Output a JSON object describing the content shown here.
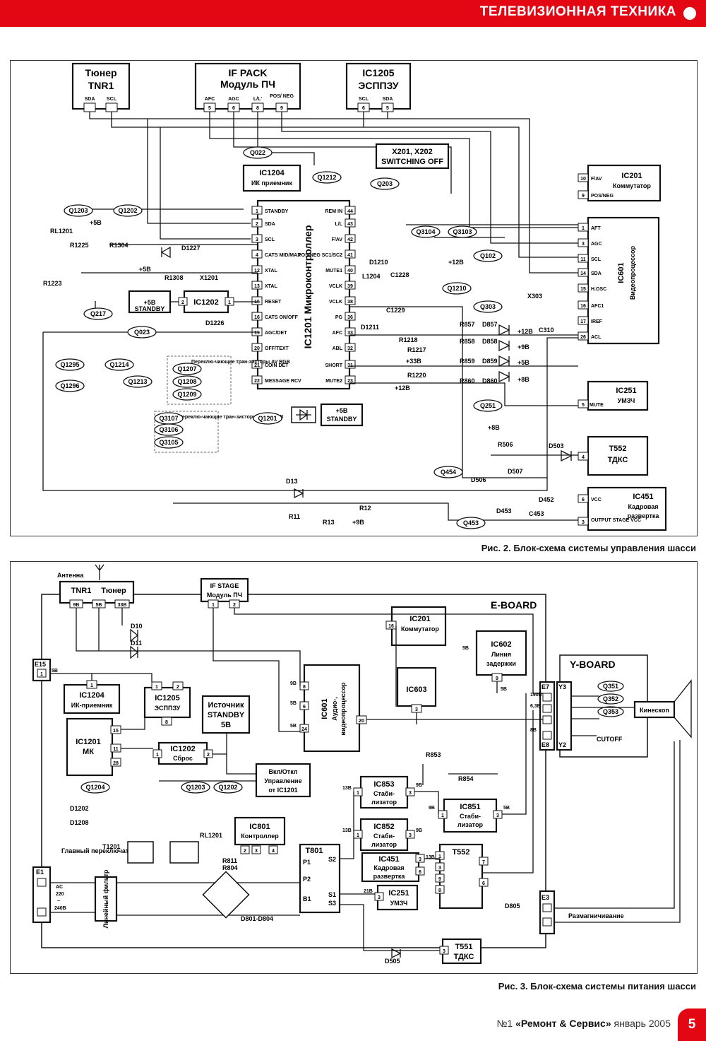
{
  "header": {
    "title": "ТЕЛЕВИЗИОННАЯ ТЕХНИКА"
  },
  "fig2": {
    "caption": "Рис. 2. Блок-схема системы управления шасси",
    "tuner": {
      "line1": "Тюнер",
      "line2": "TNR1",
      "pins": [
        "SDA",
        "SCL"
      ]
    },
    "ifpack": {
      "line1": "IF PACK",
      "line2": "Модуль ПЧ",
      "pins": [
        "AFC",
        "AGC",
        "L/L'",
        "POS/ NEG"
      ],
      "nums": [
        "5",
        "6",
        "8",
        "9"
      ]
    },
    "ic1205": {
      "line1": "IC1205",
      "line2": "ЭСППЗУ",
      "pins": [
        "SCL",
        "SDA"
      ],
      "nums": [
        "6",
        "5"
      ]
    },
    "ic1204": {
      "line1": "IC1204",
      "line2": "ИК приемник"
    },
    "switch_box": {
      "line1": "X201, X202",
      "line2": "SWITCHING OFF"
    },
    "ic1201": {
      "title": "IC1201 Микроконтроллер"
    },
    "left_pins": [
      {
        "n": "1",
        "label": "STANDBY"
      },
      {
        "n": "2",
        "label": "SDA"
      },
      {
        "n": "3",
        "label": "SCL"
      },
      {
        "n": "4",
        "label": "CATS MID/MAX"
      },
      {
        "n": "12",
        "label": "XTAL"
      },
      {
        "n": "13",
        "label": "XTAL"
      },
      {
        "n": "15",
        "label": "RESET"
      },
      {
        "n": "16",
        "label": "CATS ON/OFF"
      },
      {
        "n": "19",
        "label": "AGC/DET"
      },
      {
        "n": "20",
        "label": "OFF/TEXT"
      },
      {
        "n": "21",
        "label": "COIN DET"
      },
      {
        "n": "22",
        "label": "MESSAGE RCV"
      }
    ],
    "right_pins": [
      {
        "n": "44",
        "label": "REM IN"
      },
      {
        "n": "43",
        "label": "L/L"
      },
      {
        "n": "42",
        "label": "F/AV"
      },
      {
        "n": "41",
        "label": "POS/NEG SC1/SC2"
      },
      {
        "n": "40",
        "label": "MUTE1"
      },
      {
        "n": "39",
        "label": "VCLK"
      },
      {
        "n": "38",
        "label": "VCLK"
      },
      {
        "n": "36",
        "label": "PG"
      },
      {
        "n": "33",
        "label": "AFC"
      },
      {
        "n": "32",
        "label": "ABL"
      },
      {
        "n": "31",
        "label": "SHORT"
      },
      {
        "n": "23",
        "label": "MUTE2"
      }
    ],
    "ic201": {
      "line1": "IC201",
      "line2": "Коммутатор",
      "pins": [
        {
          "n": "10",
          "label": "F/AV"
        },
        {
          "n": "9",
          "label": "POS/NEG"
        }
      ]
    },
    "ic601": {
      "line1": "IC601",
      "line2": "Видеопроцессор",
      "pins": [
        {
          "n": "1",
          "label": "AFT"
        },
        {
          "n": "3",
          "label": "AGC"
        },
        {
          "n": "11",
          "label": "SCL"
        },
        {
          "n": "14",
          "label": "SDA"
        },
        {
          "n": "15",
          "label": "H.OSC"
        },
        {
          "n": "16",
          "label": "AFC1"
        },
        {
          "n": "17",
          "label": "IREF"
        },
        {
          "n": "26",
          "label": "ACL"
        }
      ]
    },
    "ic251": {
      "line1": "IC251",
      "line2": "УМЗЧ",
      "pin": "5",
      "pin_label": "MUTE"
    },
    "t552": {
      "line1": "T552",
      "line2": "ТДКС",
      "pin": "4"
    },
    "ic451": {
      "line1": "IC451",
      "line2": "Кадровая",
      "line3": "развертка",
      "pins": [
        {
          "n": "6",
          "label": "VCC"
        },
        {
          "n": "3",
          "label": "OUTPUT STAGE VCC"
        }
      ]
    },
    "ic1202": {
      "label": "IC1202",
      "p_in": "2",
      "p_out": "1"
    },
    "standby_box": {
      "line1": "+5В",
      "line2": "STANDBY"
    },
    "standby_box2": {
      "line1": "+5В",
      "line2": "STANDBY"
    },
    "transistors": [
      "Q1203",
      "Q1202",
      "Q022",
      "Q1212",
      "Q203",
      "Q3104",
      "Q3103",
      "Q102",
      "Q1210",
      "Q303",
      "Q217",
      "Q023",
      "Q1295",
      "Q1296",
      "Q1214",
      "Q1213",
      "Q1207",
      "Q1208",
      "Q1209",
      "Q3107",
      "Q3106",
      "Q3105",
      "Q1201",
      "Q251",
      "Q454",
      "Q453"
    ],
    "switch_note_rgb": "Переклю-чающие тран-зисторы AV RGB",
    "switch_note_text": "Переклю-чающие тран-зисторы TEXT RGB",
    "parts": [
      "RL1201",
      "+5В",
      "R1225",
      "R1304",
      "D1227",
      "R1223",
      "+5В",
      "R1308",
      "X1201",
      "D1226",
      "D1210",
      "L1204",
      "C1228",
      "C1229",
      "D1211",
      "+12В",
      "R1218",
      "R1217",
      "+33В",
      "R1220",
      "+12В",
      "R857",
      "D857",
      "R858",
      "D858",
      "R859",
      "D859",
      "R860",
      "D860",
      "+12В",
      "+9В",
      "+5В",
      "+8В",
      "X303",
      "C310",
      "+8В",
      "R506",
      "D503",
      "D507",
      "D506",
      "D13",
      "R11",
      "R13",
      "R12",
      "+9В",
      "D452",
      "D453",
      "C453"
    ]
  },
  "fig3": {
    "caption": "Рис. 3. Блок-схема системы питания шасси",
    "antenna": "Антенна",
    "tuner": {
      "line1": "TNR1",
      "line2": "Тюнер",
      "pins": [
        "9В",
        "5В",
        "33В"
      ]
    },
    "if_stage": {
      "line1": "IF STAGE",
      "line2": "Модуль ПЧ",
      "pins": [
        "1",
        "2"
      ]
    },
    "eboard": "E-BOARD",
    "yboard": "Y-BOARD",
    "ic201": {
      "line1": "IC201",
      "line2": "Коммутатор",
      "pin": "16"
    },
    "ic602": {
      "line1": "IC602",
      "line2": "Линия",
      "line3": "задержки",
      "pin": "9",
      "pin_label": "5В",
      "top_label": "5В"
    },
    "ic603": {
      "line1": "IC603",
      "pin": "3"
    },
    "ic601": {
      "line1": "IC601",
      "line2": "Аудио-,",
      "line3": "видеопроцессор",
      "pins": [
        {
          "n": "8",
          "label": "9В"
        },
        {
          "n": "6",
          "label": "5В"
        },
        {
          "n": "24",
          "label": "5В"
        }
      ],
      "out": "20"
    },
    "ic1204": {
      "line1": "IC1204",
      "line2": "ИК-приемник",
      "pin": "1"
    },
    "ic1205": {
      "line1": "IC1205",
      "line2": "ЭСППЗУ",
      "pins": [
        "1",
        "2",
        "8"
      ]
    },
    "standby_src": {
      "line1": "Источник",
      "line2": "STANDBY",
      "line3": "5В"
    },
    "ic1201": {
      "line1": "IC1201",
      "line2": "МК",
      "pins": [
        "15",
        "11",
        "28"
      ]
    },
    "ic1202": {
      "line1": "IC1202",
      "line2": "Сброс",
      "pins": [
        "1",
        "2"
      ]
    },
    "onoff": {
      "line1": "Вкл/Откл",
      "line2": "Управление",
      "line3": "от IC1201"
    },
    "ic801": {
      "line1": "IC801",
      "line2": "Контроллер",
      "pins": [
        "2",
        "3",
        "4"
      ]
    },
    "t801": {
      "label": "T801",
      "pins": [
        "P1",
        "P2",
        "B1",
        "S2",
        "S1",
        "S3"
      ]
    },
    "ic853": {
      "line1": "IC853",
      "line2": "Стаби-",
      "line3": "лизатор",
      "pins": [
        "1",
        "3"
      ],
      "v_in": "13В",
      "v_out": "9В"
    },
    "ic852": {
      "line1": "IC852",
      "line2": "Стаби-",
      "line3": "лизатор",
      "pins": [
        "1",
        "3"
      ],
      "v_in": "13В",
      "v_out": "9В"
    },
    "ic851": {
      "line1": "IC851",
      "line2": "Стаби-",
      "line3": "лизатор",
      "pins": [
        "1",
        "3"
      ],
      "v_in": "9В",
      "v_out": "5В"
    },
    "ic451": {
      "line1": "IC451",
      "line2": "Кадровая",
      "line3": "развертка",
      "pins": [
        "3",
        "6"
      ],
      "v": "13В"
    },
    "t552": {
      "label": "T552",
      "pins": [
        "1",
        "3",
        "9",
        "8",
        "7",
        "6"
      ]
    },
    "ic251": {
      "line1": "IC251",
      "line2": "УМЗЧ",
      "pin": "3",
      "v": "21В"
    },
    "t551": {
      "line1": "T551",
      "line2": "ТДКС",
      "pin": "3"
    },
    "connectors": {
      "e15": "E15",
      "e15_pin": "1",
      "e15_v": "5В",
      "e1": "E1",
      "e7": "E7",
      "e8": "E8",
      "e3": "E3",
      "y3": "Y3",
      "y2": "Y2"
    },
    "mains": {
      "line1": "AC",
      "line2": "220",
      "line3": "~",
      "line4": "240В"
    },
    "main_switch": "Главный переключатель",
    "line_filter": "Линейный фильтр",
    "kinescope": "Кинескоп",
    "cutoff": "CUTOFF",
    "demag": "Размагничивание",
    "yboard_q": [
      "Q351",
      "Q352",
      "Q353"
    ],
    "rails": [
      "190В",
      "6,3В",
      "8В"
    ],
    "parts": [
      "D10",
      "D11",
      "R853",
      "R854",
      "Q1204",
      "Q1203",
      "Q1202",
      "D1202",
      "D1208",
      "T1201",
      "RL1201",
      "R811",
      "R804",
      "D801-D804",
      "D505",
      "D805"
    ]
  },
  "footer": {
    "issue": "№1",
    "magazine": "«Ремонт & Сервис»",
    "date": "январь 2005",
    "page": "5"
  }
}
